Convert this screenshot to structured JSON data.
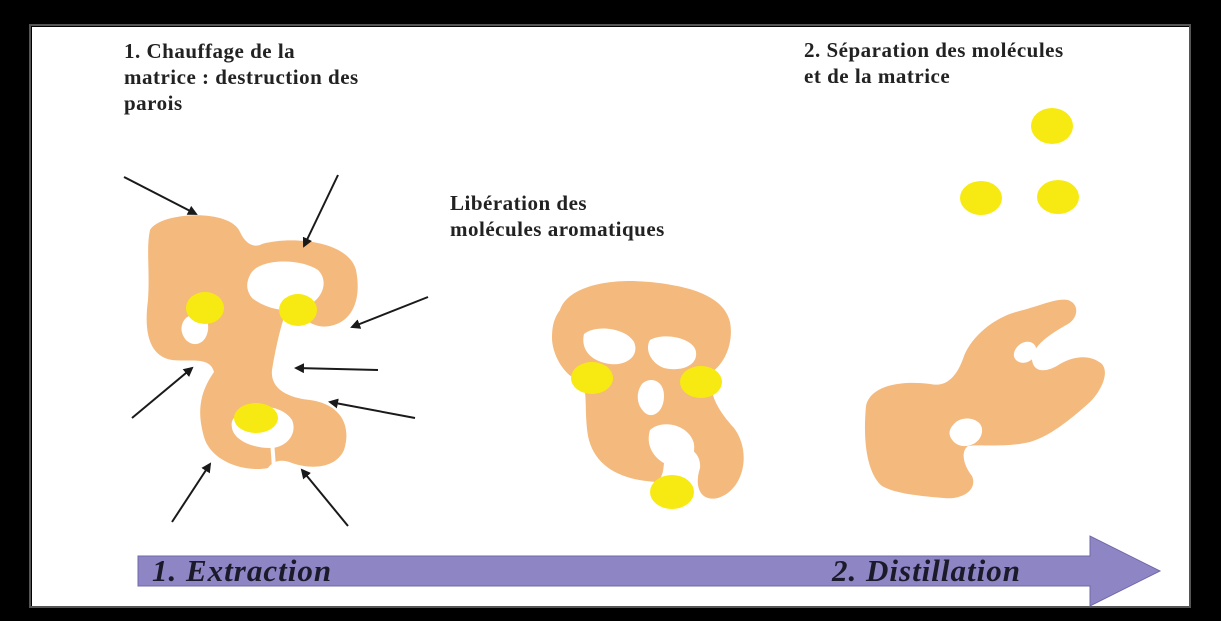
{
  "labels": {
    "step1": "1. Chauffage de la\nmatrice : destruction des\nparois",
    "step2": "2. Séparation des molécules\net de la matrice",
    "liberation": "Libération des\nmolécules aromatiques"
  },
  "process_arrow": {
    "start_label": "1. Extraction",
    "end_label": "2. Distillation"
  },
  "colors": {
    "matrix": "#f4b97d",
    "molecule": "#f7ea12",
    "process_arrow": "#8e86c4",
    "pointer_arrow": "#1a1a1a",
    "frame": "#000000",
    "background": "#ffffff"
  }
}
